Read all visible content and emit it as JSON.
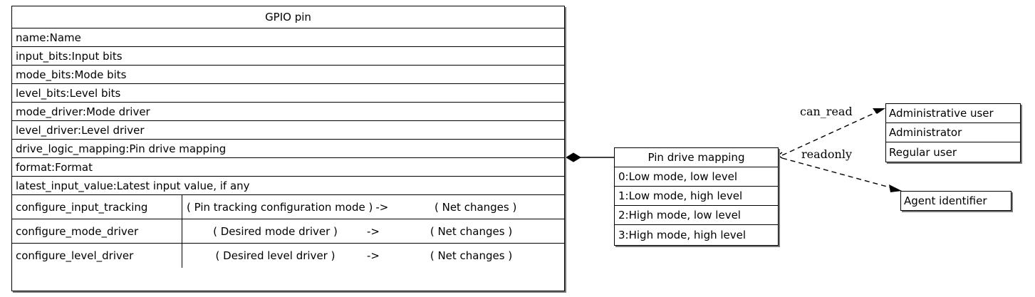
{
  "diagram": {
    "type": "uml-class-diagram",
    "background": "#ffffff",
    "line_color": "#000000"
  },
  "gpio_pin": {
    "title": "GPIO pin",
    "attributes": [
      "name:Name",
      "input_bits:Input bits",
      "mode_bits:Mode bits",
      "level_bits:Level bits",
      "mode_driver:Mode driver",
      "level_driver:Level driver",
      "drive_logic_mapping:Pin drive mapping",
      "format:Format",
      "latest_input_value:Latest input value, if any"
    ],
    "methods": [
      {
        "name": "configure_input_tracking",
        "params": "( Pin tracking configuration mode )",
        "arrow": "->",
        "returns": "( Net changes )"
      },
      {
        "name": "configure_mode_driver",
        "params": "( Desired mode driver )",
        "arrow": "->",
        "returns": "( Net changes )"
      },
      {
        "name": "configure_level_driver",
        "params": "( Desired level driver )",
        "arrow": "->",
        "returns": "( Net changes )"
      }
    ]
  },
  "pin_drive_mapping": {
    "title": "Pin drive mapping",
    "values": [
      "0:Low mode, low level",
      "1:Low mode, high level",
      "2:High mode, low level",
      "3:High mode, high level"
    ]
  },
  "administrative_user": {
    "title": "Administrative user",
    "values": [
      "Administrator",
      "Regular user"
    ]
  },
  "agent_identifier": {
    "title": "Agent identifier"
  },
  "edges": [
    {
      "name": "composition-gpio-to-pin-drive-mapping",
      "label": "",
      "style": "solid",
      "source_marker": "filled-diamond",
      "target_marker": "none"
    },
    {
      "name": "dependency-can-read",
      "label": "can_read",
      "style": "dashed",
      "source_marker": "none",
      "target_marker": "open-arrow"
    },
    {
      "name": "dependency-readonly",
      "label": "readonly",
      "style": "dashed",
      "source_marker": "none",
      "target_marker": "open-arrow"
    }
  ]
}
